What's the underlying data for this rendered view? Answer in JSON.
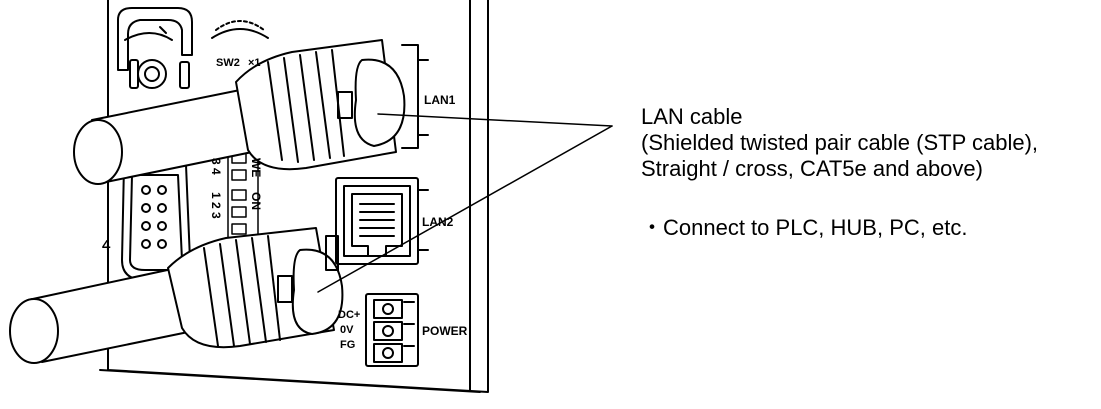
{
  "labels": {
    "lan1": "LAN1",
    "lan2": "LAN2",
    "power": "POWER",
    "dc_plus": "DC+",
    "zero_v": "0V",
    "fg": "FG",
    "sw2": "SW2",
    "x1": "×1",
    "port_number": "4",
    "dip_top_numbers": "3 4",
    "dip_top_tag": "WE",
    "dip_bottom_numbers": "1 2 3",
    "dip_bottom_tag": "ON"
  },
  "callout": {
    "title": "LAN cable",
    "line1": "(Shielded twisted pair cable (STP cable),",
    "line2": "Straight / cross, CAT5e and above)",
    "note": "・Connect to PLC, HUB, PC, etc."
  },
  "colors": {
    "line": "#000000",
    "background": "#ffffff"
  }
}
